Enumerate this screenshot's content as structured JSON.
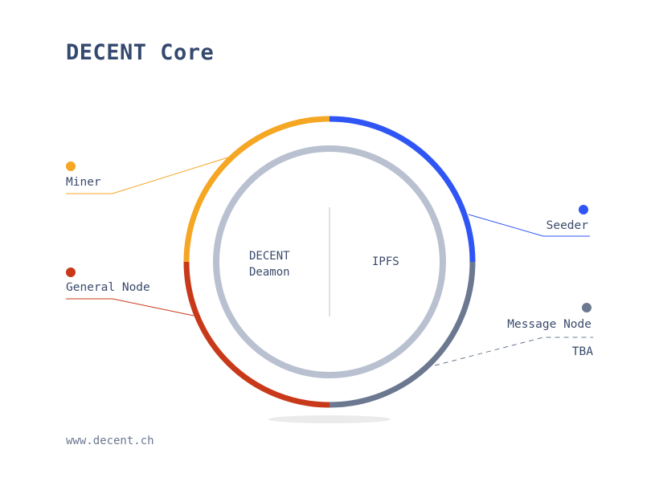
{
  "title": "DECENT Core",
  "center": {
    "left_label_line1": "DECENT",
    "left_label_line2": "Deamon",
    "right_label": "IPFS"
  },
  "segments": [
    {
      "name": "Miner",
      "color": "#f5a623"
    },
    {
      "name": "Seeder",
      "color": "#2f55f5"
    },
    {
      "name": "Message Node",
      "color": "#6b7890",
      "note": "TBA"
    },
    {
      "name": "General Node",
      "color": "#c8391a"
    }
  ],
  "colors": {
    "inner_ring": "#b9c0d0",
    "divider": "#d3d7df",
    "shadow": "#ebebeb",
    "text": "#3a4a6b"
  },
  "footer": "www.decent.ch"
}
